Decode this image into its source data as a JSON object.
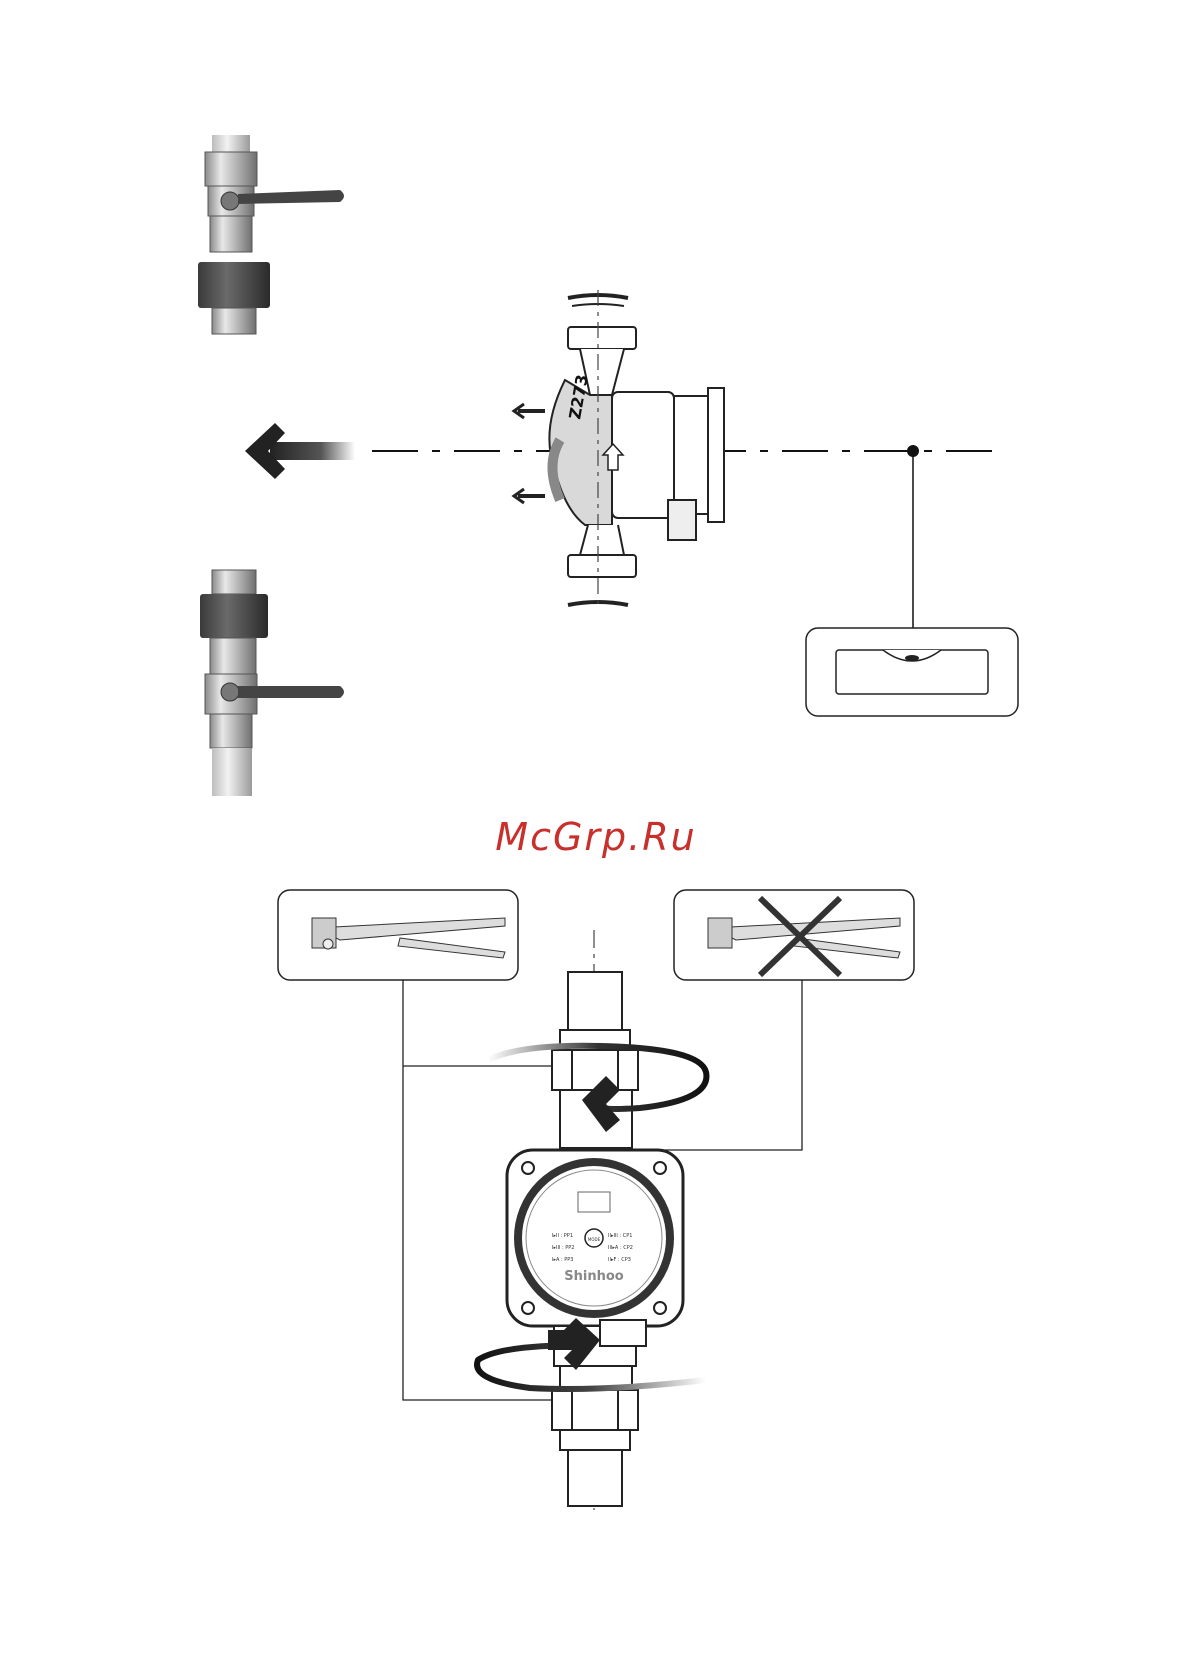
{
  "watermark": {
    "text": "McGrp.Ru",
    "color": "#c8302b"
  },
  "pump_top": {
    "model_mark": "Z273"
  },
  "pump_front": {
    "brand": "Shinhoo",
    "mode_button": "MODE",
    "left_modes": [
      "I▸II : PP1",
      "I▸III : PP2",
      "I▸A : PP3"
    ],
    "right_modes": [
      "II▸III : CP1",
      "III▸A : CP2",
      "II▸F : CP3"
    ]
  },
  "icons": [
    "pipe-wrench-icon",
    "pipe-wrench-crossed-icon",
    "spirit-level-icon",
    "flow-arrow-icon",
    "rotation-arrow-icon",
    "ball-valve-icon"
  ]
}
